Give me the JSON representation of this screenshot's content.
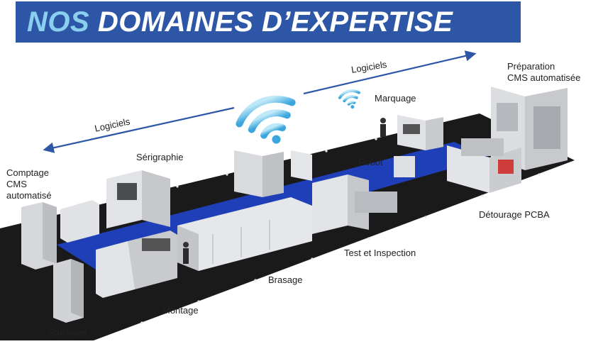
{
  "header": {
    "title_accent": "NOS",
    "title_rest": "DOMAINES D’EXPERTISE",
    "colors": {
      "banner": "#2d57a6",
      "accent": "#8ad0ee"
    }
  },
  "flow": {
    "left_label": "Logiciels",
    "right_label": "Logiciels",
    "icons": [
      "wifi-icon",
      "wifi-icon-small"
    ]
  },
  "stations": {
    "preparation": [
      "Préparation",
      "CMS automatisée"
    ],
    "marquage": "Marquage",
    "serigraphie": "Sérigraphie",
    "robot": "Robot",
    "comptage": [
      "Comptage",
      "CMS",
      "automatisé"
    ],
    "detourage": "Détourage PCBA",
    "test": "Test et Inspection",
    "brasage": "Brasage",
    "montage": "Montage",
    "stockage": "Stockage"
  }
}
